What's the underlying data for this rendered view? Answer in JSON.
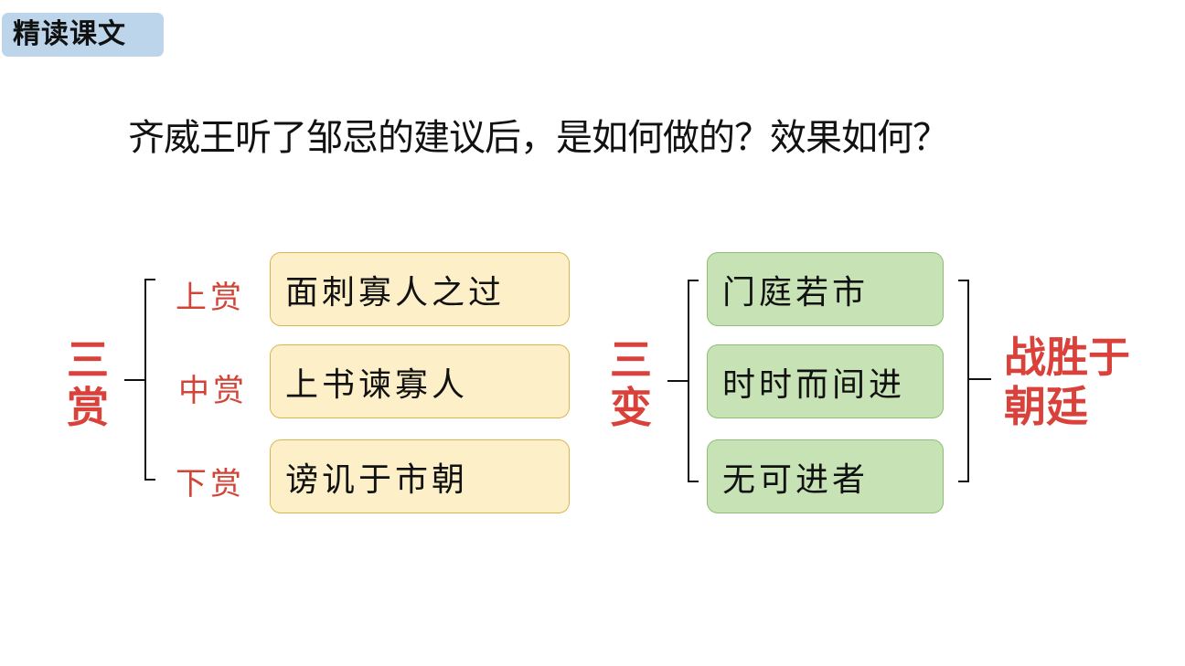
{
  "header": {
    "section_tag": "精读课文"
  },
  "question": "齐威王听了邹忌的建议后，是如何做的？效果如何？",
  "left_group": {
    "title_line1": "三",
    "title_line2": "赏",
    "items": [
      {
        "level": "上赏",
        "text": "面刺寡人之过"
      },
      {
        "level": "中赏",
        "text": "上书谏寡人"
      },
      {
        "level": "下赏",
        "text": "谤讥于市朝"
      }
    ]
  },
  "right_group": {
    "title_line1": "三",
    "title_line2": "变",
    "items": [
      {
        "text": "门庭若市"
      },
      {
        "text": "时时而间进"
      },
      {
        "text": "无可进者"
      }
    ],
    "result_line1": "战胜于",
    "result_line2": "朝廷"
  },
  "colors": {
    "accent_red": "#d9413a",
    "tag_bg": "#bcd5ea",
    "yellow_box": "#fdf0c8",
    "green_box": "#c7e2b5"
  }
}
